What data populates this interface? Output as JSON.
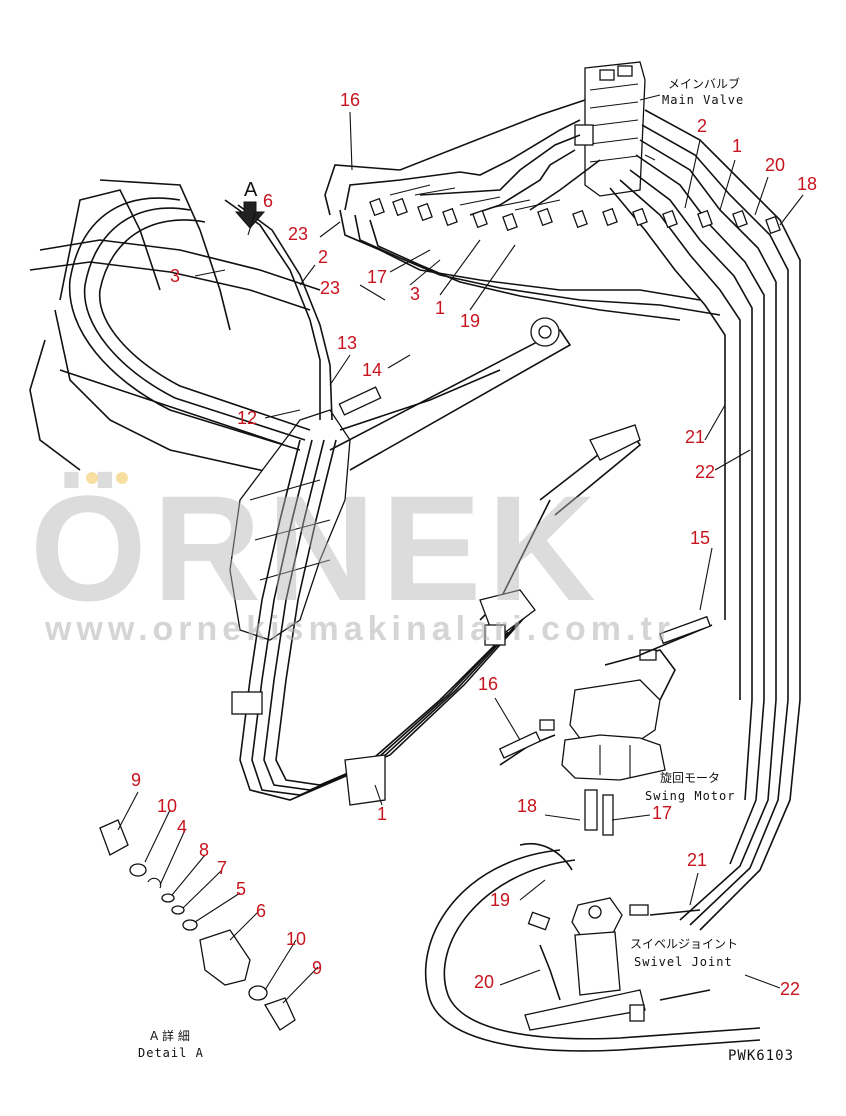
{
  "labels": {
    "main_valve_jp": "メインバルブ",
    "main_valve_en": "Main Valve",
    "swing_motor_jp": "旋回モータ",
    "swing_motor_en": "Swing Motor",
    "swivel_joint_jp": "スイベルジョイント",
    "swivel_joint_en": "Swivel Joint",
    "detail_jp": "A 詳 細",
    "detail_en": "Detail A",
    "view_letter": "A",
    "drawing_code": "PWK6103"
  },
  "watermark": {
    "brand": "ÖRNEK",
    "url": "www.ornekismakinalari.com.tr"
  },
  "callouts": {
    "c16a": "16",
    "c6a": "6",
    "c23a": "23",
    "c2a": "2",
    "c3a": "3",
    "c17a": "17",
    "c23b": "23",
    "c3b": "3",
    "c1a": "1",
    "c19a": "19",
    "c13": "13",
    "c14": "14",
    "c12": "12",
    "c2b": "2",
    "c1b": "1",
    "c20a": "20",
    "c18a": "18",
    "c21a": "21",
    "c22a": "22",
    "c15": "15",
    "c16b": "16",
    "c1c": "1",
    "c18b": "18",
    "c17b": "17",
    "c21b": "21",
    "c19b": "19",
    "c20b": "20",
    "c22b": "22",
    "c9a": "9",
    "c10a": "10",
    "c4": "4",
    "c8": "8",
    "c7": "7",
    "c5": "5",
    "c6b": "6",
    "c10b": "10",
    "c9b": "9"
  },
  "colors": {
    "callout": "#c8141e",
    "line": "#111111",
    "watermark": "#b3b3b3"
  }
}
